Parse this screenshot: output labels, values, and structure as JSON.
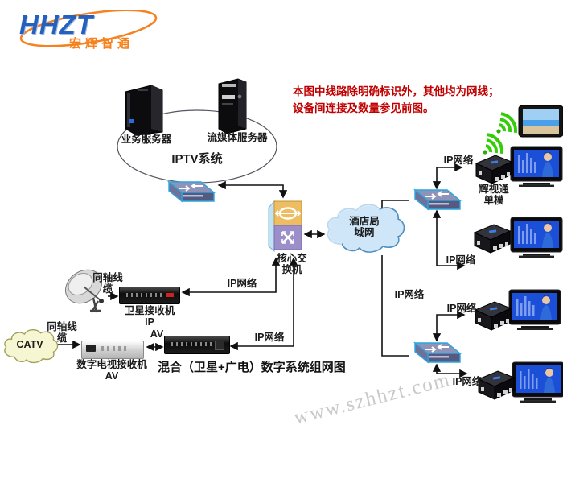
{
  "logo": {
    "brand": "HHZT",
    "subtitle": "宏辉智通"
  },
  "note": {
    "line1": "本图中线路除明确标识外，其他均为网线；",
    "line2": "设备间连接及数量参见前图。"
  },
  "iptv": {
    "group": "IPTV系统",
    "server1": "业务服务器",
    "server2": "流媒体服务器"
  },
  "nodes": {
    "core_switch": "核心交换机",
    "hotel_lan": "酒店局域网",
    "catv": "CATV",
    "stb": "辉视通单模"
  },
  "sat_branch": {
    "cable": "同轴线缆",
    "device": "卫星接收机",
    "mode": "IP"
  },
  "catv_branch": {
    "cable": "同轴线缆",
    "device": "数字电视接收机",
    "mode": "AV",
    "link": "AV"
  },
  "links": {
    "ip": "IP网络"
  },
  "caption": "混合（卫星+广电）数字系统组网图",
  "watermark": "www.szhhzt.com",
  "colors": {
    "note_red": "#c00000",
    "logo_blue": "#2560bd",
    "logo_orange": "#f5821f",
    "wifi_green": "#35cc0a",
    "hotel_cloud_fill": "#cfe6f8",
    "hotel_cloud_stroke": "#4f8fc0",
    "catv_cloud_fill": "#f6f6d2",
    "catv_cloud_stroke": "#a0a05a",
    "switch_outline": "#2aa6df",
    "core_top": "#eebd62",
    "core_bottom": "#9c8ec8"
  }
}
